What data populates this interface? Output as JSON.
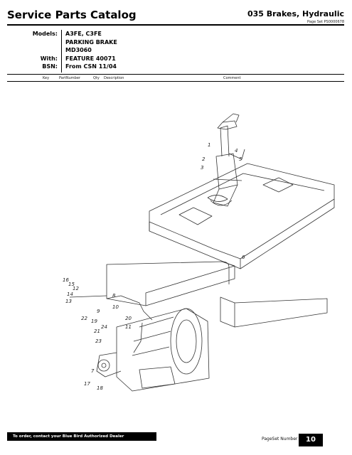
{
  "header": {
    "title": "Service Parts Catalog",
    "section": "035 Brakes, Hydraulic",
    "pageset_id": "Page Set PS0000678"
  },
  "models": [
    {
      "label": "Models:",
      "value": "A3FE, C3FE"
    },
    {
      "label": "",
      "value": "PARKING BRAKE"
    },
    {
      "label": "",
      "value": "MD3060"
    },
    {
      "label": "With:",
      "value": "FEATURE 40071"
    },
    {
      "label": "BSN:",
      "value": "From CSN 11/04"
    }
  ],
  "columns": {
    "key": "Key",
    "part": "PartNumber",
    "qty": "Qty",
    "desc": "Description",
    "comment": "Comment"
  },
  "callouts": [
    "1",
    "2",
    "3",
    "4",
    "5",
    "6",
    "7",
    "8",
    "9",
    "10",
    "11",
    "12",
    "13",
    "14",
    "15",
    "16",
    "17",
    "18",
    "19",
    "20",
    "21",
    "22",
    "23",
    "24"
  ],
  "footer": {
    "notice": "To order, contact your Blue Bird Authorized Dealer",
    "pageset_label": "PageSet Number",
    "page_number": "10"
  }
}
